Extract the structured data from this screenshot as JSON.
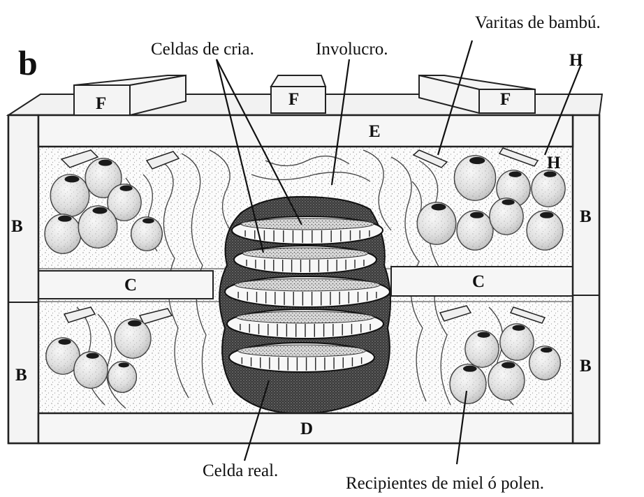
{
  "figure": {
    "panel_letter": "b",
    "panel_letter_color": "#d0232a",
    "labels": {
      "celdas_de_cria": "Celdas de cria.",
      "involucro": "Involucro.",
      "varitas_de_bambu": "Varitas de bambú.",
      "celda_real": "Celda real.",
      "recipientes": "Recipientes de miel ó polen."
    },
    "letters": {
      "F": "F",
      "E": "E",
      "H": "H",
      "B": "B",
      "C": "C",
      "D": "D"
    }
  }
}
